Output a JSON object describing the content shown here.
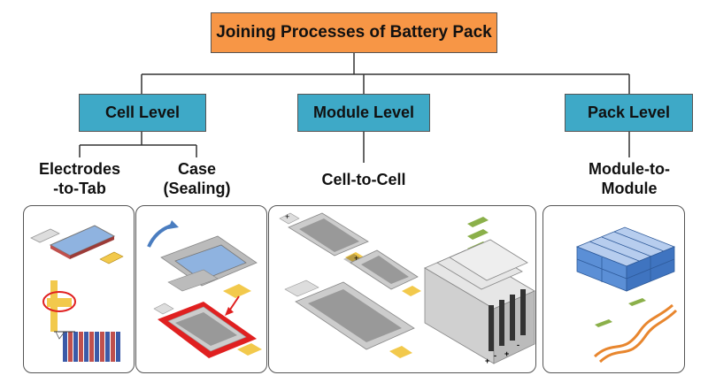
{
  "root": {
    "title": "Joining Processes of Battery Pack"
  },
  "levels": [
    {
      "id": "cell",
      "label": "Cell Level"
    },
    {
      "id": "module",
      "label": "Module Level"
    },
    {
      "id": "pack",
      "label": "Pack Level"
    }
  ],
  "processes": {
    "electrodes_to_tab": {
      "line1": "Electrodes",
      "line2": "-to-Tab"
    },
    "case_sealing": {
      "line1": "Case",
      "line2": "(Sealing)"
    },
    "cell_to_cell": {
      "line1": "Cell-to-Cell"
    },
    "module_to_module": {
      "line1": "Module-to-",
      "line2": "Module"
    }
  },
  "colors": {
    "root_fill": "#f79646",
    "level_fill": "#3ea9c7",
    "connector": "#333333",
    "panel_border": "#555555",
    "cell_blue": "#8fb3e0",
    "tab_yellow": "#f2c94c",
    "seal_red": "#e02020",
    "module_blue": "#5b8fd6",
    "busbar_green": "#8bb04a",
    "cable_orange": "#e8862e"
  },
  "icons": [
    "pouch-cell-tab-illustration",
    "electrode-stack-weld-illustration",
    "case-sealing-illustration",
    "cell-series-illustration",
    "cell-stack-module-illustration",
    "battery-pack-modules-illustration",
    "busbar-cable-illustration"
  ],
  "signs": {
    "plus": "+",
    "minus": "-"
  }
}
